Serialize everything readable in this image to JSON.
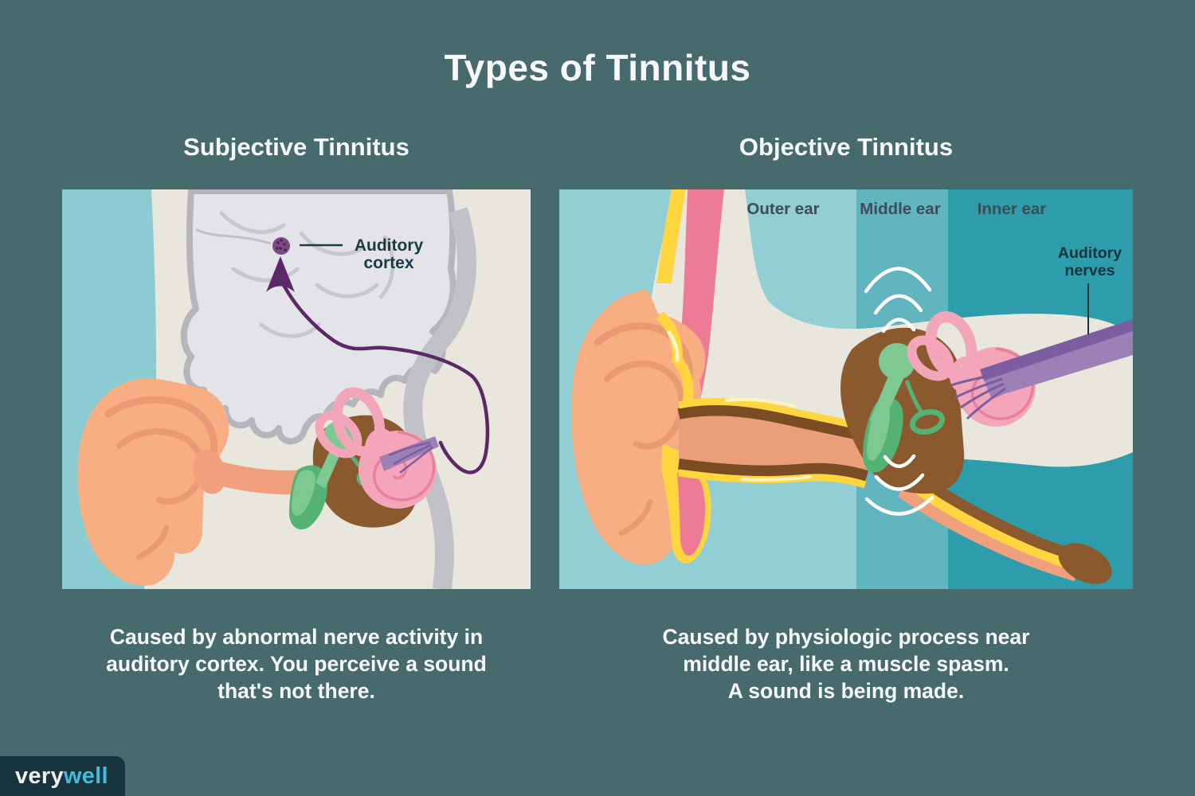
{
  "title": "Types of Tinnitus",
  "left_section": {
    "header": "Subjective Tinnitus",
    "label_auditory_cortex": {
      "line1": "Auditory",
      "line2": "cortex"
    },
    "caption_lines": [
      "Caused by abnormal nerve activity in",
      "auditory cortex. You perceive a sound",
      "that's not there."
    ]
  },
  "right_section": {
    "header": "Objective Tinnitus",
    "zones": [
      {
        "label": "Outer ear"
      },
      {
        "label": "Middle ear"
      },
      {
        "label": "Inner ear"
      }
    ],
    "label_auditory_nerves": {
      "line1": "Auditory",
      "line2": "nerves"
    },
    "caption_lines": [
      "Caused by physiologic process near",
      "middle ear, like a muscle spasm.",
      "A sound is being made."
    ]
  },
  "logo": {
    "part1": "very",
    "part2": "well"
  },
  "colors": {
    "background": "#476b6d",
    "heading_text": "#f7f9f8",
    "left_panel_teal": "#8accd2",
    "zone_outer": "#92cfd4",
    "zone_middle": "#60b5bf",
    "zone_inner": "#2d9dab",
    "skin_cream": "#e9e7dd",
    "brain_gray": "#e4e4e8",
    "brain_outline": "#b5b5bd",
    "ear_peach": "#f7ae83",
    "canal_salmon": "#f0a07c",
    "cavity_brown": "#8a5a2e",
    "ossicle_green": "#7dc893",
    "cochlea_pink": "#f3a6ba",
    "nerve_purple": "#9d80b6",
    "arrow_purple": "#5b2a66",
    "annotation_dark": "#193a45",
    "zone_label_dark": "#3d4d55",
    "accent_yellow": "#ffd640",
    "accent_pink": "#ee7b96",
    "logo_bg": "#16333e",
    "logo_cyan": "#41bbd9"
  }
}
